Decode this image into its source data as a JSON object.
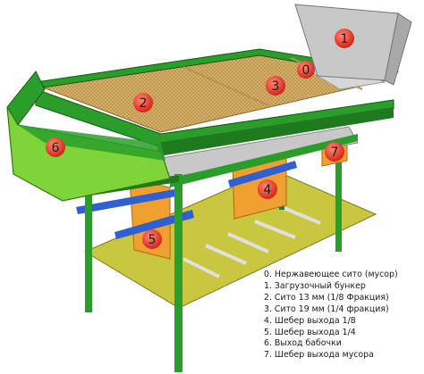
{
  "markers": [
    {
      "id": "0"
    },
    {
      "id": "1"
    },
    {
      "id": "2"
    },
    {
      "id": "3"
    },
    {
      "id": "4"
    },
    {
      "id": "5"
    },
    {
      "id": "6"
    },
    {
      "id": "7"
    }
  ],
  "legend": [
    "0. Нержавеющее сито (мусор)",
    "1. Загрузочный бункер",
    "2. Сито 13 мм (1/8 Фракция)",
    "3. Сито 19 мм (1/4 фракция)",
    "4. Шебер выхода 1/8",
    "5. Шебер выхода 1/4",
    "6. Выход бабочки",
    "7. Шебер выхода мусора"
  ],
  "colors": {
    "frame_green": "#2a9d2a",
    "frame_dark": "#1f7a1f",
    "outlet_green": "#7fd43a",
    "shelf_olive": "#c9c640",
    "sieve_tan": "#d9b66e",
    "hopper_grey": "#c8c8c8",
    "gate_orange": "#f0a030",
    "blue_rod": "#2f5fd0",
    "marker_red": "#e8362a"
  }
}
